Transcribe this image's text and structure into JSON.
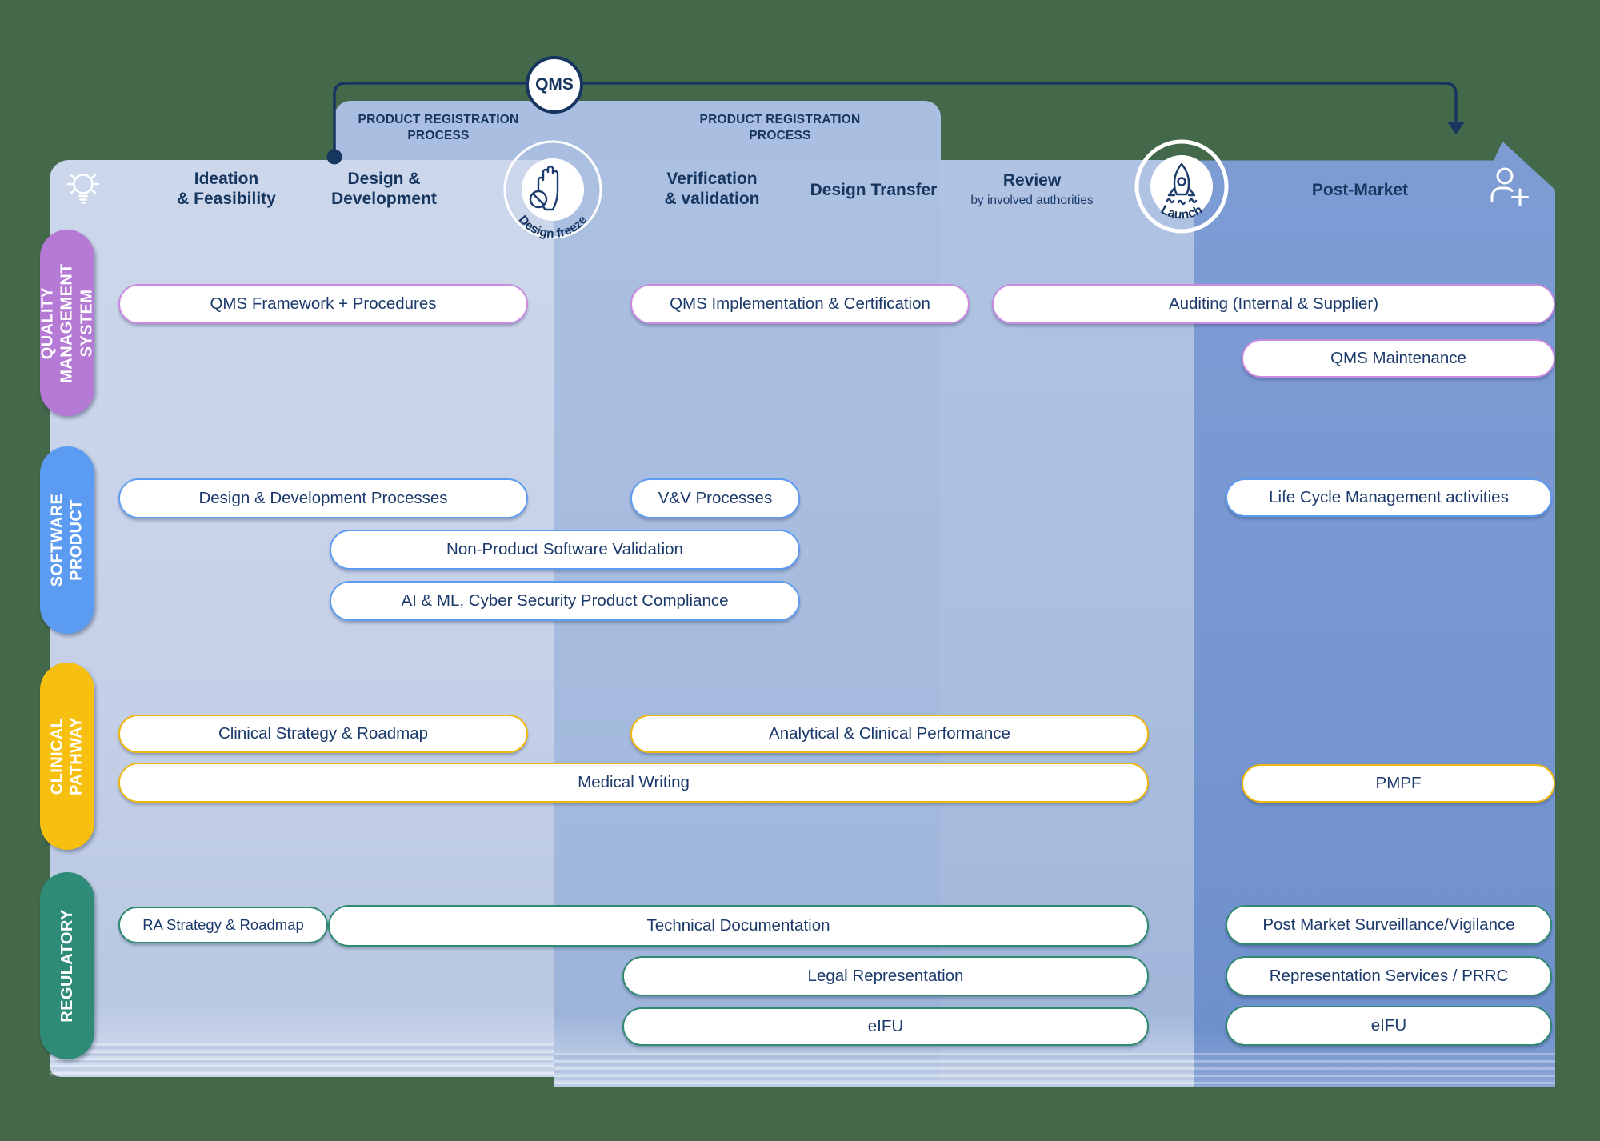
{
  "diagram": {
    "qms_label": "QMS",
    "registration_banner": {
      "line1": "PRODUCT REGISTRATION",
      "line2": "PROCESS"
    }
  },
  "phases": [
    {
      "title": "Ideation\n& Feasibility"
    },
    {
      "title": "Design &\nDevelopment"
    },
    {
      "title": "Verification\n& validation"
    },
    {
      "title": "Design Transfer"
    },
    {
      "title": "Review",
      "subtitle": "by involved authorities"
    },
    {
      "title": "Post-Market"
    }
  ],
  "milestones": {
    "design_freeze": "Design freeze",
    "launch": "Launch"
  },
  "lanes": [
    {
      "label": "QUALITY\nMANAGEMENT SYSTEM",
      "color": "#B57AD6"
    },
    {
      "label": "SOFTWARE\nPRODUCT",
      "color": "#5B9CF2"
    },
    {
      "label": "CLINICAL\nPATHWAY",
      "color": "#F7C010"
    },
    {
      "label": "REGULATORY",
      "color": "#2E8B78"
    }
  ],
  "pill_colors": {
    "qms": "#C98BDF",
    "software": "#5E9CF1",
    "clinical": "#EFB70E",
    "regulatory": "#2F8A70"
  },
  "pills": {
    "qms_framework": "QMS Framework + Procedures",
    "qms_implementation": "QMS Implementation & Certification",
    "auditing": "Auditing (Internal & Supplier)",
    "qms_maintenance": "QMS Maintenance",
    "dd_processes": "Design & Development Processes",
    "vv_processes": "V&V Processes",
    "lifecycle": "Life Cycle Management activities",
    "npsv": "Non-Product Software Validation",
    "aiml": "AI & ML, Cyber Security Product Compliance",
    "clinical_strategy": "Clinical Strategy & Roadmap",
    "analytical": "Analytical & Clinical Performance",
    "medical_writing": "Medical Writing",
    "pmpf": "PMPF",
    "ra_strategy": "RA Strategy & Roadmap",
    "tech_doc": "Technical Documentation",
    "legal_rep": "Legal Representation",
    "eifu_reg": "eIFU",
    "pms_vigilance": "Post Market Surveillance/Vigilance",
    "rep_services": "Representation Services / PRRC",
    "eifu_pm": "eIFU"
  }
}
